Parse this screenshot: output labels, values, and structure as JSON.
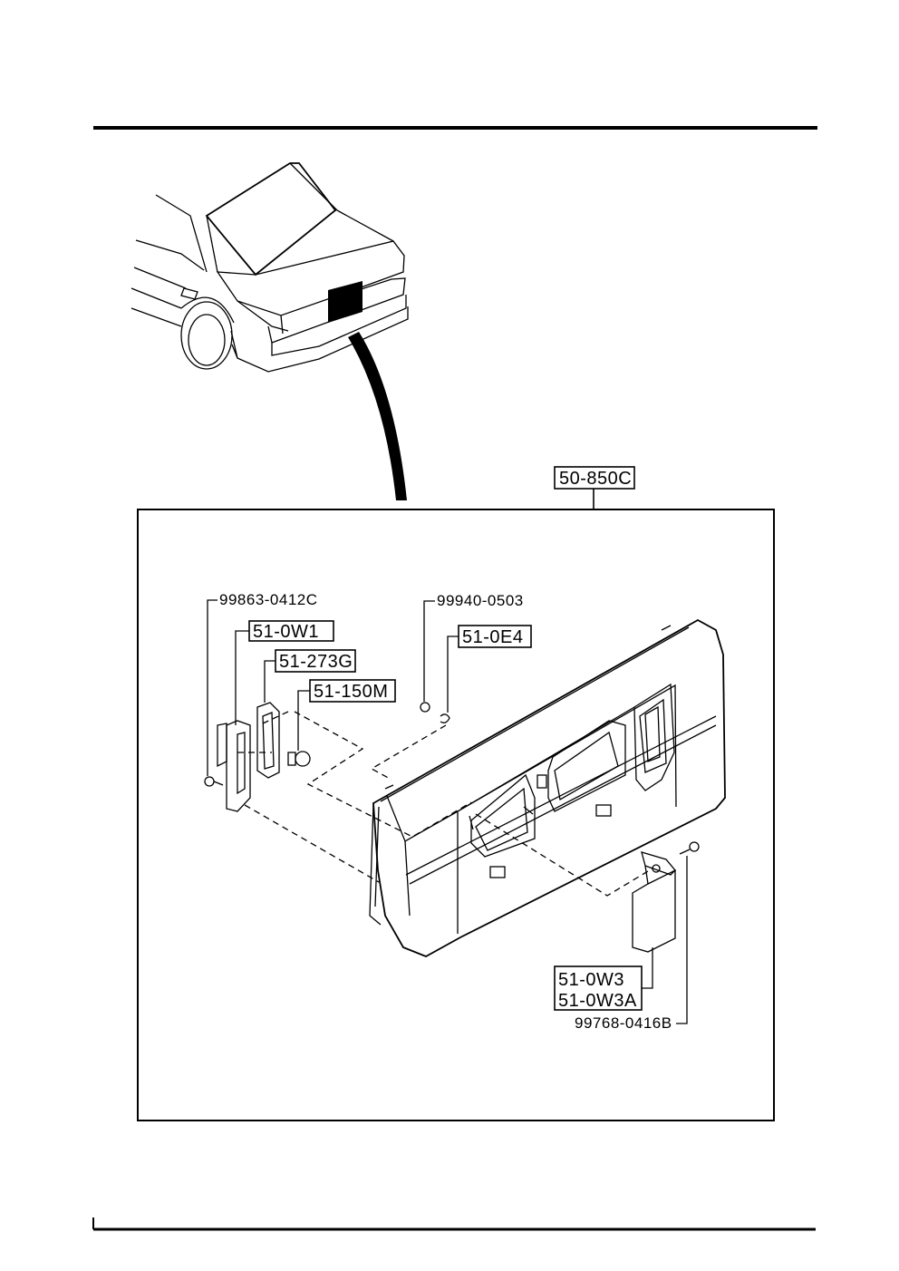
{
  "callouts": {
    "assembly": "50-850C",
    "bolt_left": "99863-0412C",
    "lamp_bracket": "51-0W1",
    "lens_gasket": "51-273G",
    "bulb": "51-150M",
    "nut": "99940-0503",
    "clip": "51-0E4",
    "cover_a": "51-0W3",
    "cover_b": "51-0W3A",
    "screw_right": "99768-0416B"
  }
}
